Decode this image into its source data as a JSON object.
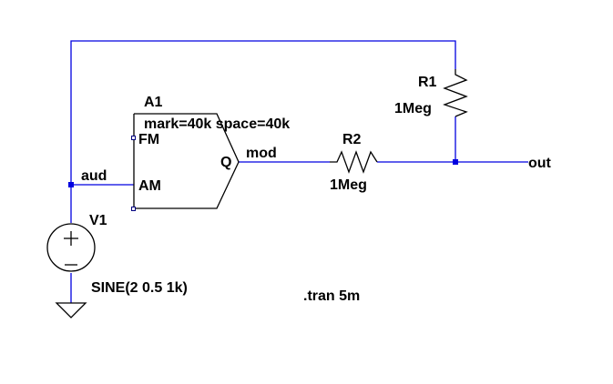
{
  "nets": {
    "aud": "aud",
    "mod": "mod",
    "out": "out"
  },
  "modulator": {
    "ref": "A1",
    "params": "mark=40k space=40k",
    "pin_fm": "FM",
    "pin_am": "AM",
    "pin_q": "Q"
  },
  "r1": {
    "ref": "R1",
    "value": "1Meg"
  },
  "r2": {
    "ref": "R2",
    "value": "1Meg"
  },
  "v1": {
    "ref": "V1",
    "value": "SINE(2 0.5 1k)",
    "plus": "+",
    "minus": "−"
  },
  "directive": ".tran 5m"
}
